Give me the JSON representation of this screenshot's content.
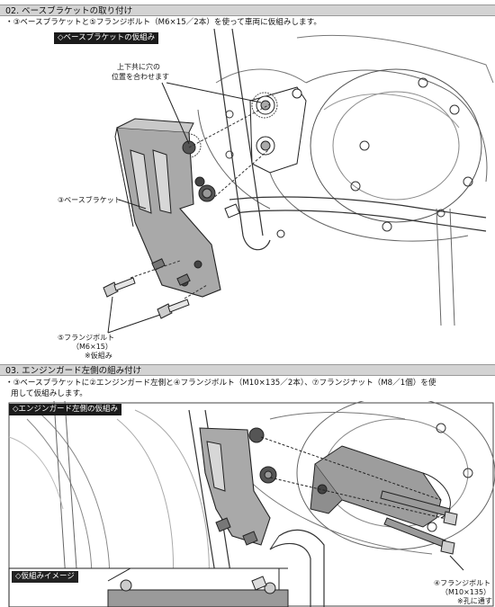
{
  "section2": {
    "header": "02. ベースブラケットの取り付け",
    "instruction": "・③ベースブラケットと⑤フランジボルト（M6×15／2本）を使って車両に仮組みします。",
    "tag": "◇ベースブラケットの仮組み",
    "callout_top_1": "上下共に穴の",
    "callout_top_2": "位置を合わせます",
    "callout_bracket": "③ベースブラケット",
    "callout_bolt_1": "⑤フランジボルト",
    "callout_bolt_2": "（M6×15）",
    "callout_bolt_3": "※仮組み"
  },
  "section3": {
    "header": "03. エンジンガード左側の組み付け",
    "instruction_1": "・③ベースブラケットに②エンジンガード左側と④フランジボルト（M10×135／2本）、⑦フランジナット（M8／1個）を使",
    "instruction_2": "用して仮組みします。",
    "tag": "◇エンジンガード左側の仮組み",
    "inset_tag": "◇仮組みイメージ",
    "callout_bolt_1": "④フランジボルト",
    "callout_bolt_2": "（M10×135）",
    "callout_bolt_3": "※孔に通す"
  }
}
